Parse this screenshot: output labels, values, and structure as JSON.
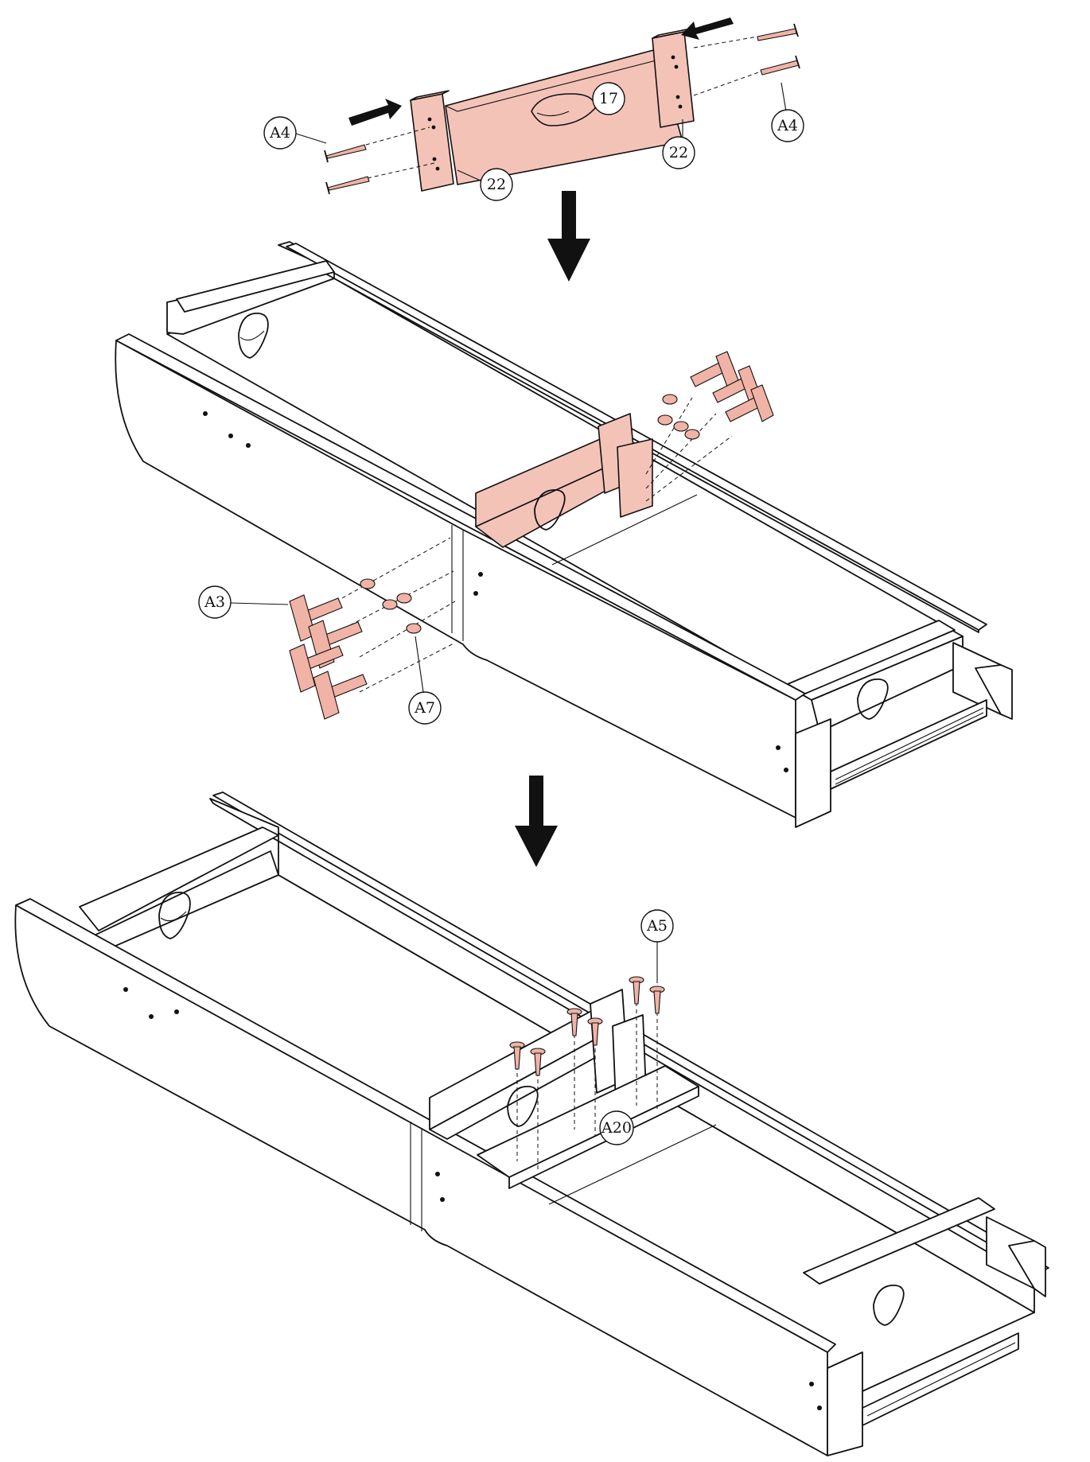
{
  "diagram": {
    "callouts": {
      "step1_a4_left": "A4",
      "step1_a4_right": "A4",
      "step1_part_17": "17",
      "step1_part_22_left": "22",
      "step1_part_22_right": "22",
      "step2_a3": "A3",
      "step2_a7": "A7",
      "step3_a5": "A5",
      "step3_a20": "A20"
    },
    "colors": {
      "part_fill": "#f4c3b8",
      "hardware_fill": "#f0b3a5",
      "line": "#111111",
      "background": "#ffffff"
    },
    "icons": [
      "down-arrow-icon",
      "push-arrow-icon"
    ]
  }
}
